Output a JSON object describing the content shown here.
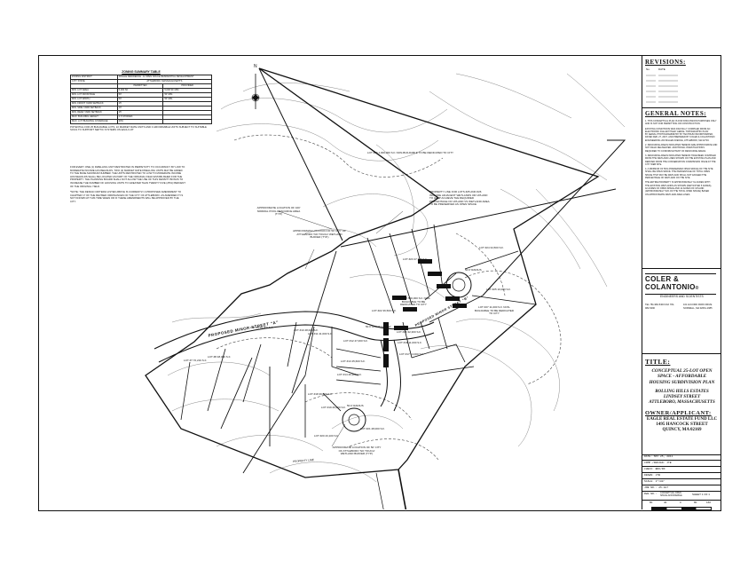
{
  "zoning_table": {
    "title": "ZONING SUMMARY TABLE",
    "district_label": "ZONING DISTRICT:",
    "district_value": "SINGLE RESIDENCE - E OPEN SPACE RESIDENTIAL DEVELOPMENT",
    "header": [
      "CITY STATE",
      "ATTLEBORO, MASSACHUSETTS"
    ],
    "subheader": [
      "",
      "PERMITTED",
      "PROVIDED"
    ],
    "rows": [
      [
        "MIN. LOT AREA",
        "5,000 SF",
        "5,000 SF MIN."
      ],
      [
        "MIN. LOT FRONTAGE",
        "50'",
        "50' MIN."
      ],
      [
        "MIN. LOT WIDTH",
        "50'",
        "50' MIN."
      ],
      [
        "MIN. FRONT YARD SETBACK",
        "15'",
        ""
      ],
      [
        "MIN. SIDE YARD SETBACK",
        "10'",
        ""
      ],
      [
        "MIN. REAR YARD SETBACK",
        "15'",
        ""
      ],
      [
        "MAX. BUILDING HEIGHT",
        "2.5 STORIES",
        ""
      ],
      [
        "MAX. LOT BUILDING COVERAGE",
        "30%",
        ""
      ]
    ],
    "footnote": "POTENTIAL FOR 25 BUILDABLE LOTS, 22 MARKET RATE UNITS AND 3 AFFORDABLE UNITS SUBJECT TO SUITABLE SOILS TO SUPPORT SEPTIC SYSTEMS ON EACH LOT"
  },
  "notes_text": [
    "FOR EVERY ONE (1) DWELLING UNIT RESTRICTED IN PERPETUITY TO OCCUPANCY BY LOW TO",
    "MODERATE INCOME HOUSEHOLDS, TWO (2) MARKET RATE DWELLING UNITS MAY BE ADDED",
    "TO THE BASE MAXIMUM NUMBER. THE UNITS RESTRICTED TO LOW TO MODERATE INCOME",
    "HOUSEHOLDS SHALL BE LOCATED AS PART OF THE ORIGINAL FIELD ESTABLISHED FOR THE",
    "PROPERTY. THE PLANNING BOARD SHALL NOT ALLOW THE USE OF THIS DENSITY BONUS TO",
    "INCREASE THE NUMBER OF HOUSING UNITS TO GREATER THAN TWENTY FIVE (25%) PERCENT",
    "OF THE ORIGINAL YIELD.",
    "",
    "*NOTE: THE DESIGN CRITERIA LISTED ABOVE IS CURRENTLY A PROPOSED AMENDMENT TO",
    "CHAPTER 17 OF THE REVISED ORDINANCES OF THE CITY OF ATTLEBORO. AS AMENDED IT IS",
    "NOT KNOWN AT THIS TIME WHEN OR IF THESE AMENDMENTS WILL BE APPROVED BY THE",
    "CITY."
  ],
  "north_arrow_label": "N",
  "streets": [
    "PROPOSED MINOR STREET \"A\"",
    "PROPOSED MINOR STREET \"B\""
  ],
  "lot_labels": [
    "LOT #7 70,219 S.F.",
    "LOT #8 48,000 S.F.",
    "LOT #9 36,000 S.F.",
    "LOT #10 48,000 S.F.",
    "LOT #11 41,600 S.F.",
    "LOT #12 47,000 S.F.",
    "LOT #13 45,600 S.F.",
    "LOT #14 46,900 S.F.",
    "LOT #15 32,300 S.F.",
    "LOT #16 11,000 S.F.",
    "LOT #17 14,000 S.F.",
    "LOT #18 39,000 S.F.",
    "LOT #19 26,000 S.F.",
    "LOT #20 43,100 S.F.",
    "LOT #21 28,000 S.F.",
    "LOT #22 36,500 S.F.",
    "LOT #23 47,700 S.F.",
    "LOT #24 34,500 S.F.",
    "LOT #25 10,000 S.F."
  ],
  "callouts": [
    "LOT #26 1,000,000 S.F. NON-BUILDABLE TO BE DEDICATED TO CITY",
    "PROPERTY LINE FOR LOTS #25 AND #26 INCLUDE ADJACENT WETLANDS OR UPLAND TO HELP ACHIEVE THE REQUIRED PERCENTAGE OF UPLAND VS WETLAND AREA TO BE PRESERVED AS OPEN SPACE",
    "APPROXIMATE LOCATION OF 100' NORMAL POOL RESOURCE AREA (TYP.)",
    "APPROXIMATE LOCATION OF 50' CITY OF ATTLEBORO 'NO TOUCH' WETLAND BUFFER (TYP.)",
    "LOT #1 7,500,000 S.F. NON-BUILDABLE TO BE DEDICATED TO CITY",
    "LOT #27 11,000 S.F. NON-BUILDABLE TO BE DEDICATED TO CITY",
    "APPROXIMATE LOCATION OF 50' CITY OF ATTLEBORO 'NO TOUCH' WETLAND BUFFER (TYP.)",
    "50.0' RIGHT OF WAY",
    "50.0' RADIUS",
    "50.0' RADIUS",
    "PROPERTY LINE"
  ],
  "revisions": {
    "heading": "REVISIONS:",
    "columns": [
      "No.",
      "DATE"
    ]
  },
  "general_notes": {
    "heading": "GENERAL NOTES:",
    "lines": [
      "1. THIS CONCEPTUAL PLAN IS FOR DISCUSSION PURPOSES ONLY",
      "AND IS NOT FOR PERMITTING OR CONSTRUCTION.",
      "",
      "EXISTING CONDITIONS WAS DIGITALLY COMPILED FROM AN",
      "ELECTRONIC FILE ENTITLED 'AERIAL TOPOGRAPHIC PLAN'",
      "BY AERIAL PHOTOGRAMMETRY BY TECHNUM INCORPORATED,",
      "DATED FEB. 27, 2007, AND PREPARED BY COLER & COLANTONIO",
      "ENGINEERING 200 MILLER AVENUE, ATTLEBORO, MA 02703.",
      "",
      "2. RESOURCE AREAS INDICATED HEREON ARE APPROXIMATE AND",
      "NOT FIELD DELINEATED. ADDITIONAL INVESTIGATIONS",
      "REQUIRED TO CONFIRM EXTENT OF RESOURCE AREAS.",
      "",
      "3. RESOURCE AREAS INDICATED HEREON HAVE BEEN COMPILED",
      "FROM THE WETLAND LINES SHOWN ON THE EXISTING PLAN AND",
      "DERIVED FROM THE CONSERVATION COMMISSION ISSUE AT THE",
      "CITY WEB SITE.",
      "",
      "4. A MINIMUM OF 50% (PRESERVED OPEN SPACE) OF THE SITE",
      "SHALL BE OPEN SPACE. THE PERCENTAGE OF TOTAL OPEN",
      "SPACE THAT MAY BE WETLAND SHALL NOT EXCEED THE",
      "PERCENTAGE OF WETLAND ON THE SITE.",
      "",
      "THE ENTIRE PROPERTY IS APPROXIMATELY 61 ACRES WITH",
      "THE EXISTING WETLANDS AS SHOWN (DEP NOTED 6 ACRES),",
      "42 ACRES OF OPEN SPACE AND 12 ACRES OF UPLAND",
      "(APPROXIMATELY 51% OF THE TOTAL OPEN SPACE) BASED",
      "ON APPROXIMATE WETLAND AREA LINES."
    ]
  },
  "firm": {
    "name_line1": "COLER &",
    "name_line2": "COLANTONIO",
    "mark": "®",
    "subtitle": "ENGINEERS AND SCIENTISTS",
    "left_contact": "TEL 781-982-5400  FAX 781-982-5490",
    "right_contact": "101 ACCORD PARK DRIVE  NORWELL, MA 02061-1685"
  },
  "title_block": {
    "heading": "TITLE:",
    "title_lines": [
      "CONCEPTUAL 25-LOT OPEN",
      "SPACE - AFFORDABLE",
      "HOUSING SUBDIVISION PLAN"
    ],
    "project_lines": [
      "ROLLING HILLS ESTATES",
      "LINDSEY STREET",
      "ATTLEBORO, MASSACHUSETTS"
    ]
  },
  "owner": {
    "heading": "OWNER/APPLICANT:",
    "lines": [
      "EAGLE REAL ESTATE FUND LLC",
      "1495 HANCOCK STREET",
      "QUINCY, MA 02169"
    ]
  },
  "info_rows": [
    "DATE: MAY 25, 2011",
    "COMP./DESIGN: JTB",
    "CHECK: BDK/DO",
    "DRAWN: JTB",
    "SCALE: 1\"=80'",
    "JOB NO.: 25-107"
  ],
  "dwg_no_label": "DWG NO.:",
  "dwg_no_value": "CONCEPTUAL OPEN SPACE-AFFORDABLE",
  "sheet_label": "SHEET 1 OF 1",
  "scale_bar": [
    "80",
    "40",
    "0",
    "80",
    "160"
  ]
}
